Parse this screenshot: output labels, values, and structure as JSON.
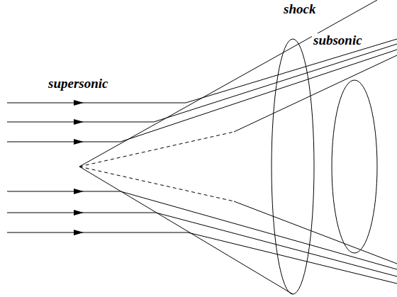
{
  "diagram": {
    "labels": [
      "shock",
      "subsonic",
      "supersonic"
    ]
  }
}
